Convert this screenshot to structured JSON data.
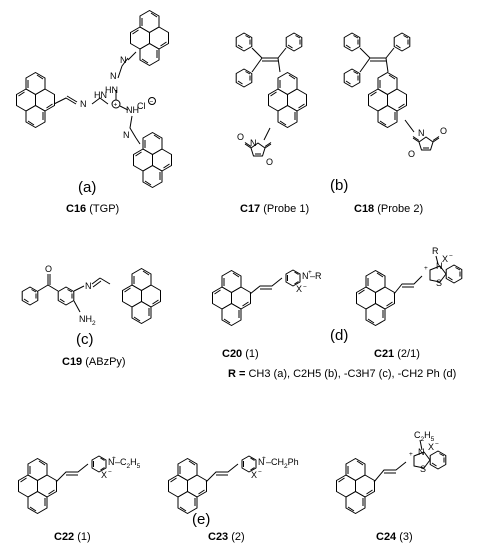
{
  "figure": {
    "panels": {
      "a": "(a)",
      "b": "(b)",
      "c": "(c)",
      "d": "(d)",
      "e": "(e)"
    },
    "compounds": [
      {
        "id": "C16",
        "name": "(TGP)"
      },
      {
        "id": "C17",
        "name": "(Probe 1)"
      },
      {
        "id": "C18",
        "name": "(Probe 2)"
      },
      {
        "id": "C19",
        "name": "(ABzPy)"
      },
      {
        "id": "C20",
        "name": "(1)"
      },
      {
        "id": "C21",
        "name": "(2/1)"
      },
      {
        "id": "C22",
        "name": "(1)"
      },
      {
        "id": "C23",
        "name": "(2)"
      },
      {
        "id": "C24",
        "name": "(3)"
      }
    ],
    "r_definition": {
      "prefix": "R = ",
      "text": "CH3 (a), C2H5 (b), -C3H7 (c), -CH2 Ph (d)"
    },
    "atom_labels": {
      "hn": "HN",
      "nh": "NH",
      "n": "N",
      "cl": "Cl",
      "plus": "+",
      "minus": "−",
      "o": "O",
      "nh2": "NH",
      "nh2_sub": "2",
      "r": "R",
      "x": "X",
      "s": "S",
      "c2h5": "C",
      "c2h5_sub1": "2",
      "h5": "H",
      "c2h5_sub2": "5",
      "ch2ph": "CH",
      "ch2ph_sub": "2",
      "ph": "Ph",
      "dash_r": "–R",
      "nc2h5": "–C"
    }
  }
}
